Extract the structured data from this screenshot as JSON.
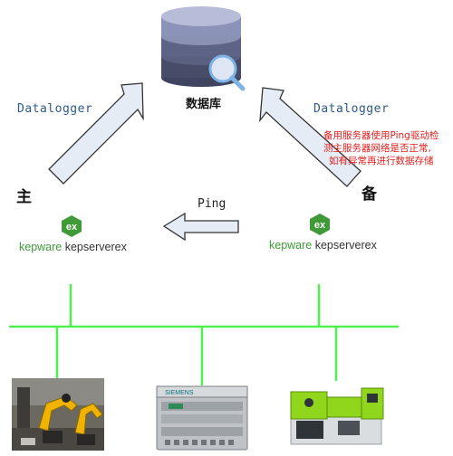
{
  "database": {
    "label": "数据库",
    "icon": "database-search-icon"
  },
  "primary": {
    "label": "主",
    "datalogger": "Datalogger",
    "brand": "kepware",
    "product": "kepserverex",
    "badge": "ex"
  },
  "backup": {
    "label": "备",
    "datalogger": "Datalogger",
    "brand": "kepware",
    "product": "kepserverex",
    "badge": "ex"
  },
  "ping": {
    "label": "Ping"
  },
  "note": {
    "lines": [
      "备用服务器使用Ping驱动检",
      "测主服务器网络是否正常,",
      "如有异常再进行数据存储"
    ]
  },
  "colors": {
    "network": "#4ff04f",
    "arrow_fill": "#e6ecf5",
    "arrow_stroke": "#333333",
    "note": "#e21d1d",
    "kepware_green": "#3e9b37"
  },
  "devices": [
    {
      "name": "robot-arm-image"
    },
    {
      "name": "plc-image"
    },
    {
      "name": "injection-machine-image"
    }
  ]
}
